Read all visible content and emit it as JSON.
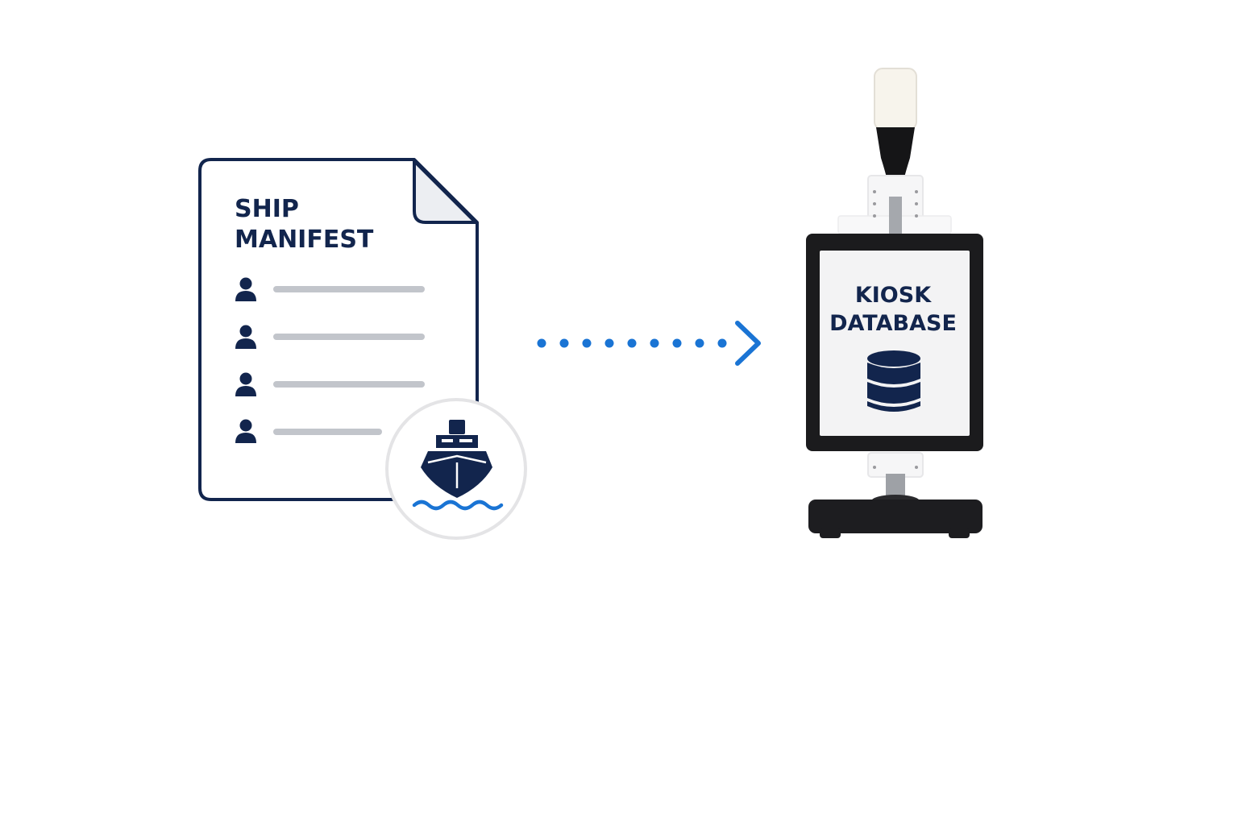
{
  "manifest": {
    "title_line1": "SHIP",
    "title_line2": "MANIFEST",
    "entries": [
      {
        "icon": "person-icon",
        "line": "long"
      },
      {
        "icon": "person-icon",
        "line": "long"
      },
      {
        "icon": "person-icon",
        "line": "long"
      },
      {
        "icon": "person-icon",
        "line": "short"
      }
    ],
    "badge_icon": "ship-icon"
  },
  "arrow": {
    "style": "dotted",
    "icon": "chevron-right-icon"
  },
  "kiosk": {
    "title_line1": "KIOSK",
    "title_line2": "DATABASE",
    "screen_icon": "database-icon"
  },
  "colors": {
    "navy": "#12254d",
    "accent_blue": "#1a74d4",
    "line_gray": "#c2c5cb",
    "kiosk_frame": "#1b1b1d",
    "screen_bg": "#f3f3f4",
    "badge_border": "#e4e4e6"
  }
}
